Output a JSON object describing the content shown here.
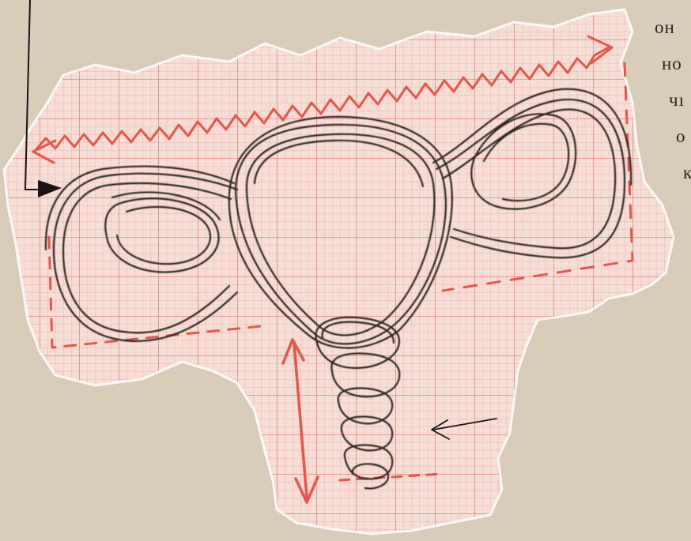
{
  "scene": {
    "colors": {
      "background": "#d9cdb9",
      "paper": "#f6ded7",
      "grid_minor": "#ef9f93",
      "grid_major": "#e0695c",
      "red_ink": "#e8564a",
      "pencil": "#2f2523",
      "black_ink": "#1a1414"
    }
  },
  "side_text": {
    "lines": [
      "он",
      "но",
      "чı",
      "о",
      "к"
    ]
  }
}
